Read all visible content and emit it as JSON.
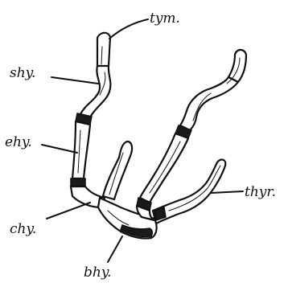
{
  "labels": {
    "tym": "tym.",
    "shy": "shy.",
    "ehy": "ehy.",
    "chy": "chy.",
    "bhy": "bhy.",
    "thyr": "thyr."
  }
}
